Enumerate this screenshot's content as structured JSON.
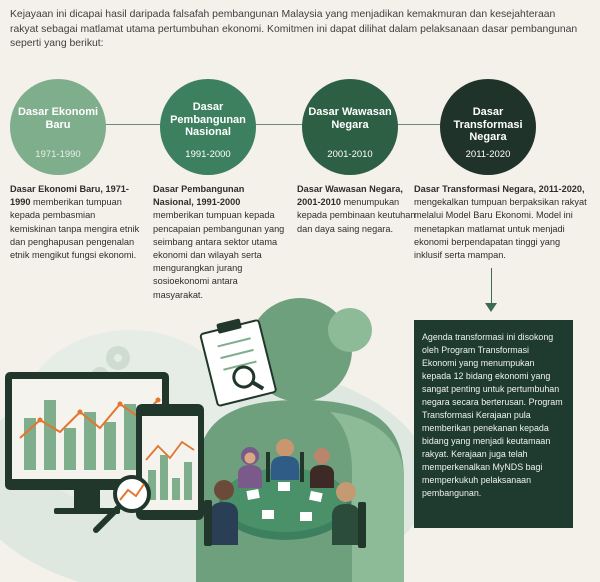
{
  "intro": "Kejayaan ini dicapai hasil daripada falsafah pembangunan Malaysia yang menjadikan kemakmuran dan kesejahteraan rakyat sebagai matlamat utama pertumbuhan ekonomi. Komitmen ini dapat dilihat dalam pelaksanaan dasar pembangunan seperti yang berikut:",
  "policies": [
    {
      "title": "Dasar Ekonomi Baru",
      "years": "1971-1990",
      "desc_bold": "Dasar Ekonomi Baru, 1971-1990",
      "desc_rest": " memberikan tumpuan kepada pembasmian kemiskinan tanpa mengira etnik dan penghapusan pengenalan etnik mengikut fungsi ekonomi."
    },
    {
      "title": "Dasar Pembangunan Nasional",
      "years": "1991-2000",
      "desc_bold": "Dasar Pembangunan Nasional, 1991-2000",
      "desc_rest": " memberikan tumpuan kepada pencapaian pembangunan yang seimbang antara sektor utama ekonomi dan wilayah serta mengurangkan jurang sosioekonomi antara masyarakat."
    },
    {
      "title": "Dasar Wawasan Negara",
      "years": "2001-2010",
      "desc_bold": "Dasar Wawasan Negara, 2001-2010",
      "desc_rest": " menumpukan kepada pembinaan keutuhan dan daya saing negara."
    },
    {
      "title": "Dasar Transformasi Negara",
      "years": "2011-2020",
      "desc_bold": "Dasar Transformasi Negara, 2011-2020,",
      "desc_rest": " mengekalkan tumpuan berpaksikan rakyat melalui Model Baru Ekonomi. Model ini menetapkan matlamat untuk menjadi ekonomi berpendapatan tinggi yang inklusif serta mampan."
    }
  ],
  "agenda_box": "Agenda transformasi ini disokong oleh Program Transformasi Ekonomi yang menumpukan kepada 12 bidang ekonomi yang sangat penting untuk pertumbuhan negara secara berterusan. Program Transformasi Kerajaan pula memberikan penekanan kepada bidang yang menjadi keutamaan rakyat. Kerajaan juga telah memperkenalkan MyNDS bagi memperkukuh pelaksanaan pembangunan.",
  "colors": {
    "background": "#f3f1e9",
    "policy_1": "#7fae8c",
    "policy_2": "#3d8060",
    "policy_3": "#2d5f45",
    "policy_4": "#20332a",
    "box": "#1f3a2f",
    "accent_orange": "#e4752e"
  },
  "illustration_icons": [
    "computer-monitor-chart-icon",
    "tablet-chart-icon",
    "magnifier-icon",
    "checklist-clipboard-icon",
    "gear-icon",
    "meeting-table-icon"
  ]
}
